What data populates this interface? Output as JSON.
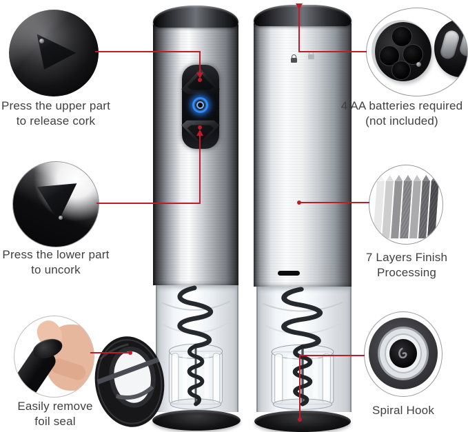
{
  "infographic": {
    "product": "electric-wine-opener",
    "callouts": {
      "press_upper": {
        "lines": [
          "Press the upper part",
          "to release cork"
        ]
      },
      "press_lower": {
        "lines": [
          "Press the lower part",
          "to uncork"
        ]
      },
      "foil_seal": {
        "lines": [
          "Easily remove",
          "foil seal"
        ]
      },
      "batteries": {
        "lines": [
          "4 AA batteries required",
          "(not included)"
        ]
      },
      "finish": {
        "lines": [
          "7 Layers Finish",
          "Processing"
        ]
      },
      "spiral_hook": {
        "lines": [
          "Spiral Hook"
        ]
      }
    },
    "colors": {
      "background": "#ffffff",
      "connector_red": "#c11b29",
      "led_blue": "#2f8dff",
      "text": "#3f3f41"
    }
  }
}
